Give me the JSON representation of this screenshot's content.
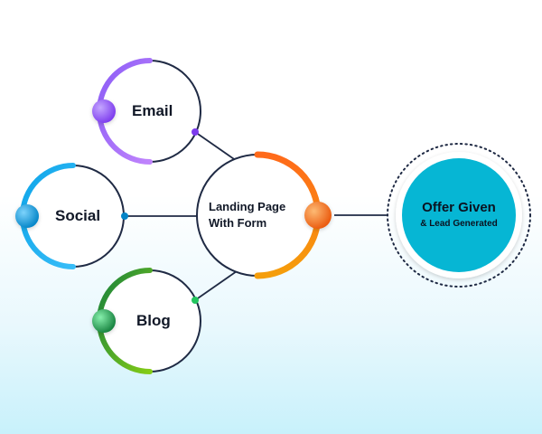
{
  "nodes": {
    "email": {
      "label": "Email",
      "color_start": "#9b5cf6",
      "color_end": "#c084fc"
    },
    "social": {
      "label": "Social",
      "color_start": "#0ea5e9",
      "color_end": "#22b8e6"
    },
    "blog": {
      "label": "Blog",
      "color_start": "#16a34a",
      "color_end": "#84cc16"
    },
    "landing": {
      "label_line1": "Landing Page",
      "label_line2": "With Form",
      "color_start": "#f97316",
      "color_end": "#f59e0b"
    }
  },
  "offer": {
    "title": "Offer Given",
    "subtitle": "& Lead Generated",
    "fill_color": "#06b6d4"
  },
  "colors": {
    "ring": "#1f2a44",
    "connector": "#1f2a44"
  }
}
